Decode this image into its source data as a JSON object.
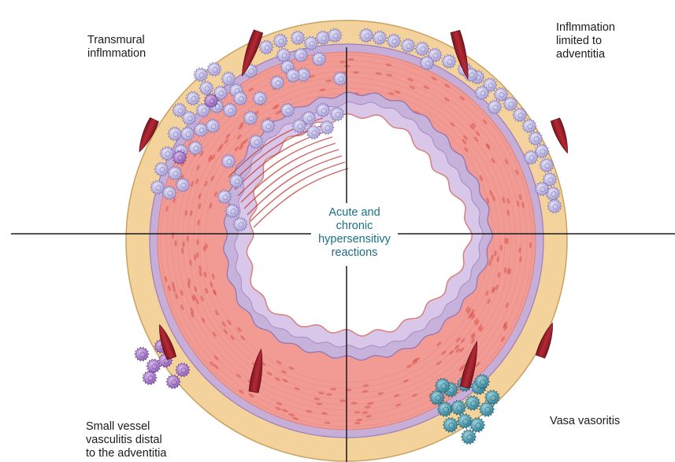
{
  "labels": {
    "top_left": [
      "Transmural",
      "inflmmation"
    ],
    "top_right": [
      "Inflmmation",
      "limited to",
      "adventitia"
    ],
    "bottom_left": [
      "Small vessel",
      "vasculitis distal",
      "to the adventitia"
    ],
    "bottom_right": [
      "Vasa vasoritis"
    ],
    "center": [
      "Acute and",
      "chronic",
      "hypersensitivy",
      "reactions"
    ]
  },
  "colors": {
    "adventitia": "#f3d29c",
    "adventitia_stroke": "#c9a160",
    "external_elastic": "#c6aed8",
    "media": "#f19b94",
    "media_dark": "#e4766f",
    "internal_elastic": "#c7b2dc",
    "lumen": "#ffffff",
    "immune_cell": "#b9b3e0",
    "activated_cell": "#a57cc9",
    "vasa_cell": "#4a9bb0",
    "vessel": "#9e1f2a",
    "center_text": "#1a6f86"
  }
}
